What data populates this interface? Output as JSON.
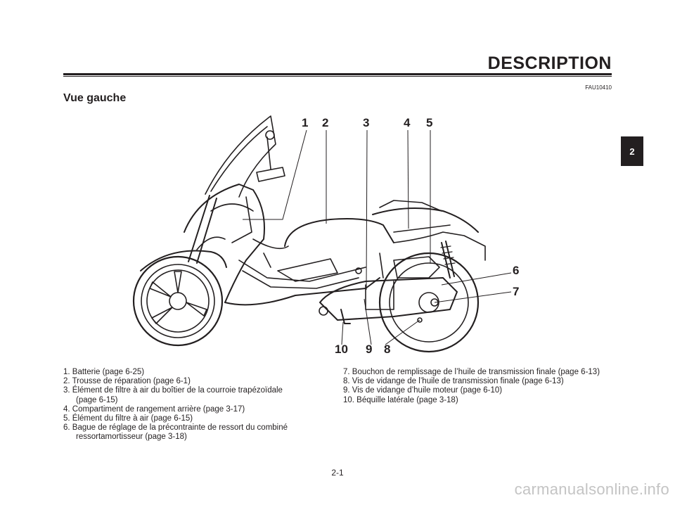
{
  "header": {
    "section_title": "DESCRIPTION",
    "code": "FAU10410",
    "chapter_tab": "2"
  },
  "page": {
    "heading": "Vue gauche",
    "page_number": "2-1"
  },
  "callouts": [
    "1",
    "2",
    "3",
    "4",
    "5",
    "6",
    "7",
    "8",
    "9",
    "10"
  ],
  "legend_left": [
    {
      "text": "1. Batterie (page 6-25)"
    },
    {
      "text": "2. Trousse de réparation (page 6-1)"
    },
    {
      "text": "3. Élément de filtre à air du boîtier de la courroie trapézoïdale",
      "cont": "(page 6-15)"
    },
    {
      "text": "4. Compartiment de rangement arrière (page 3-17)"
    },
    {
      "text": "5. Élément du filtre à air (page 6-15)"
    },
    {
      "text": "6. Bague de réglage de la précontrainte de ressort du combiné",
      "cont": "ressortamortisseur (page 3-18)"
    }
  ],
  "legend_right": [
    {
      "text": "7. Bouchon de remplissage de l’huile de transmission finale (page 6-13)"
    },
    {
      "text": "8. Vis de vidange de l’huile de transmission finale (page 6-13)"
    },
    {
      "text": "9. Vis de vidange d’huile moteur (page 6-10)"
    },
    {
      "text": "10. Béquille latérale (page 3-18)"
    }
  ],
  "watermark": "carmanualsonline.info"
}
